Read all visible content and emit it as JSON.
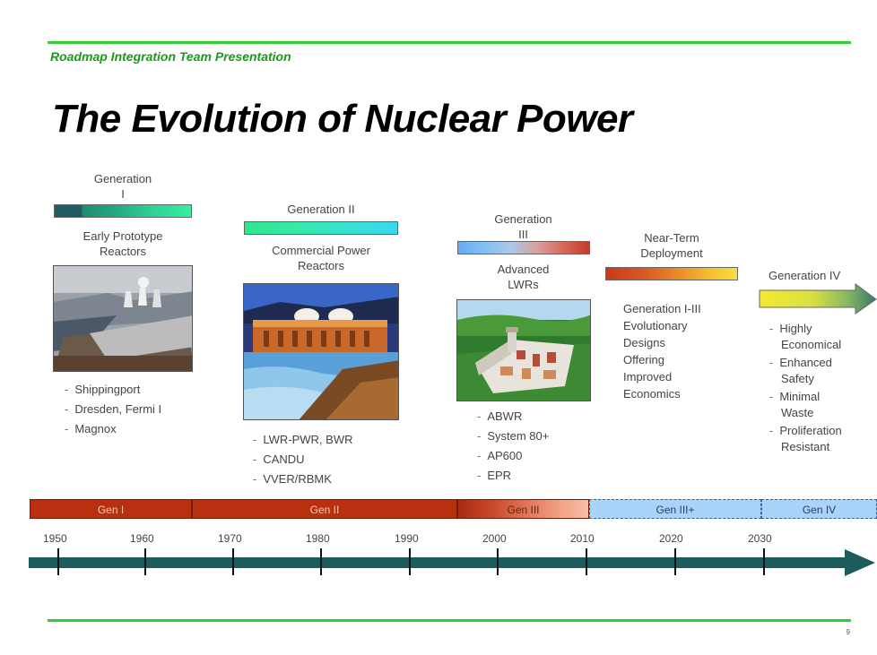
{
  "header": "Roadmap Integration Team Presentation",
  "title": "The Evolution of Nuclear Power",
  "generations": [
    {
      "label_lines": [
        "Generation",
        "I"
      ],
      "desc_lines": [
        "Early Prototype",
        "Reactors"
      ],
      "bullets": [
        "Shippingport",
        "Dresden, Fermi I",
        "Magnox"
      ]
    },
    {
      "label_lines": [
        "Generation II"
      ],
      "desc_lines": [
        "Commercial Power",
        "Reactors"
      ],
      "bullets": [
        "LWR-PWR, BWR",
        "CANDU",
        "VVER/RBMK"
      ]
    },
    {
      "label_lines": [
        "Generation",
        "III"
      ],
      "desc_lines": [
        "Advanced",
        "LWRs"
      ],
      "bullets": [
        "ABWR",
        "System 80+",
        "AP600",
        "EPR"
      ]
    },
    {
      "label_lines": [
        "Near-Term",
        "Deployment"
      ],
      "desc_lines": [
        "Generation I-III",
        "Evolutionary",
        "Designs",
        "Offering",
        "Improved",
        "Economics"
      ]
    },
    {
      "label_lines": [
        "Generation IV"
      ],
      "bullets": [
        [
          "Highly",
          "Economical"
        ],
        [
          "Enhanced",
          "Safety"
        ],
        [
          "Minimal",
          "Waste"
        ],
        [
          "Proliferation",
          "Resistant"
        ]
      ]
    }
  ],
  "eras": [
    "Gen I",
    "Gen II",
    "Gen III",
    "Gen III+",
    "Gen IV"
  ],
  "years": [
    "1950",
    "1960",
    "1970",
    "1980",
    "1990",
    "2000",
    "2010",
    "2020",
    "2030"
  ],
  "page_number": "9",
  "colors": {
    "header_green": "#1a9a1a",
    "rule_green": "#33cc33",
    "era_red": "#b83010",
    "era_blue": "#a8d4fa",
    "arrow_teal": "#1d5c5c"
  }
}
